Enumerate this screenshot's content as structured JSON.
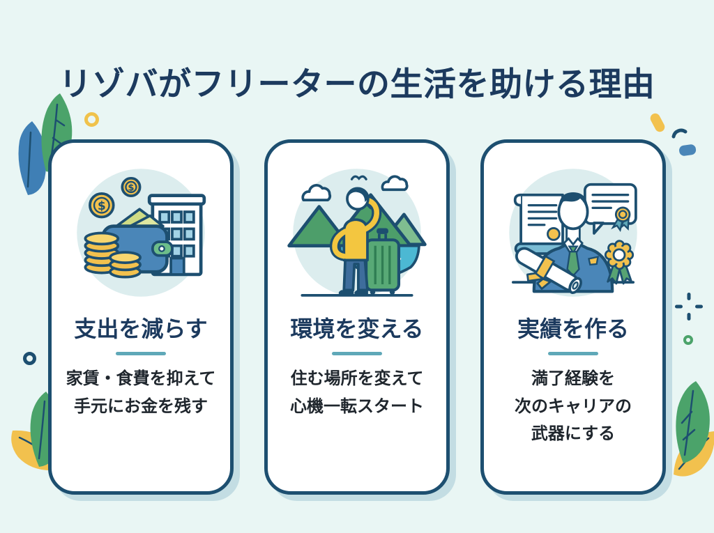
{
  "title": "リゾバがフリーターの生活を助ける理由",
  "cards": [
    {
      "id": "reduce-expenses",
      "title": "支出を減らす",
      "body": [
        "家賃・食費を抑えて",
        "手元にお金を残す"
      ],
      "illustration": "wallet-coins-building-illustration"
    },
    {
      "id": "change-environment",
      "title": "環境を変える",
      "body": [
        "住む場所を変えて",
        "心機一転スタート"
      ],
      "illustration": "person-viewing-mountains-sea-suitcase-illustration"
    },
    {
      "id": "build-track-record",
      "title": "実績を作る",
      "body": [
        "満了経験を",
        "次のキャリアの",
        "武器にする"
      ],
      "illustration": "businessman-certificates-illustration"
    }
  ],
  "colors": {
    "background": "#e9f6f4",
    "card_background": "#ffffff",
    "card_border": "#1d4f70",
    "card_shadow": "#c3dde3",
    "title_text": "#1c3a5e",
    "body_text": "#1f262d",
    "divider": "#5fa8b8",
    "illustration_circle": "#dcedee",
    "accent_yellow": "#f2c14e",
    "accent_green": "#4ba36a",
    "accent_blue": "#4a86b8",
    "sea_teal": "#4cb8d3"
  },
  "decorations": [
    "green-blue-leaves-top-left",
    "yellow-ring",
    "yellow-dash-top-right",
    "navy-arc-top-right",
    "blue-blob-top-right",
    "navy-sparkle-right",
    "green-ring-right",
    "navy-ring-left",
    "green-yellow-leaves-bottom-left",
    "green-yellow-leaves-bottom-right"
  ]
}
